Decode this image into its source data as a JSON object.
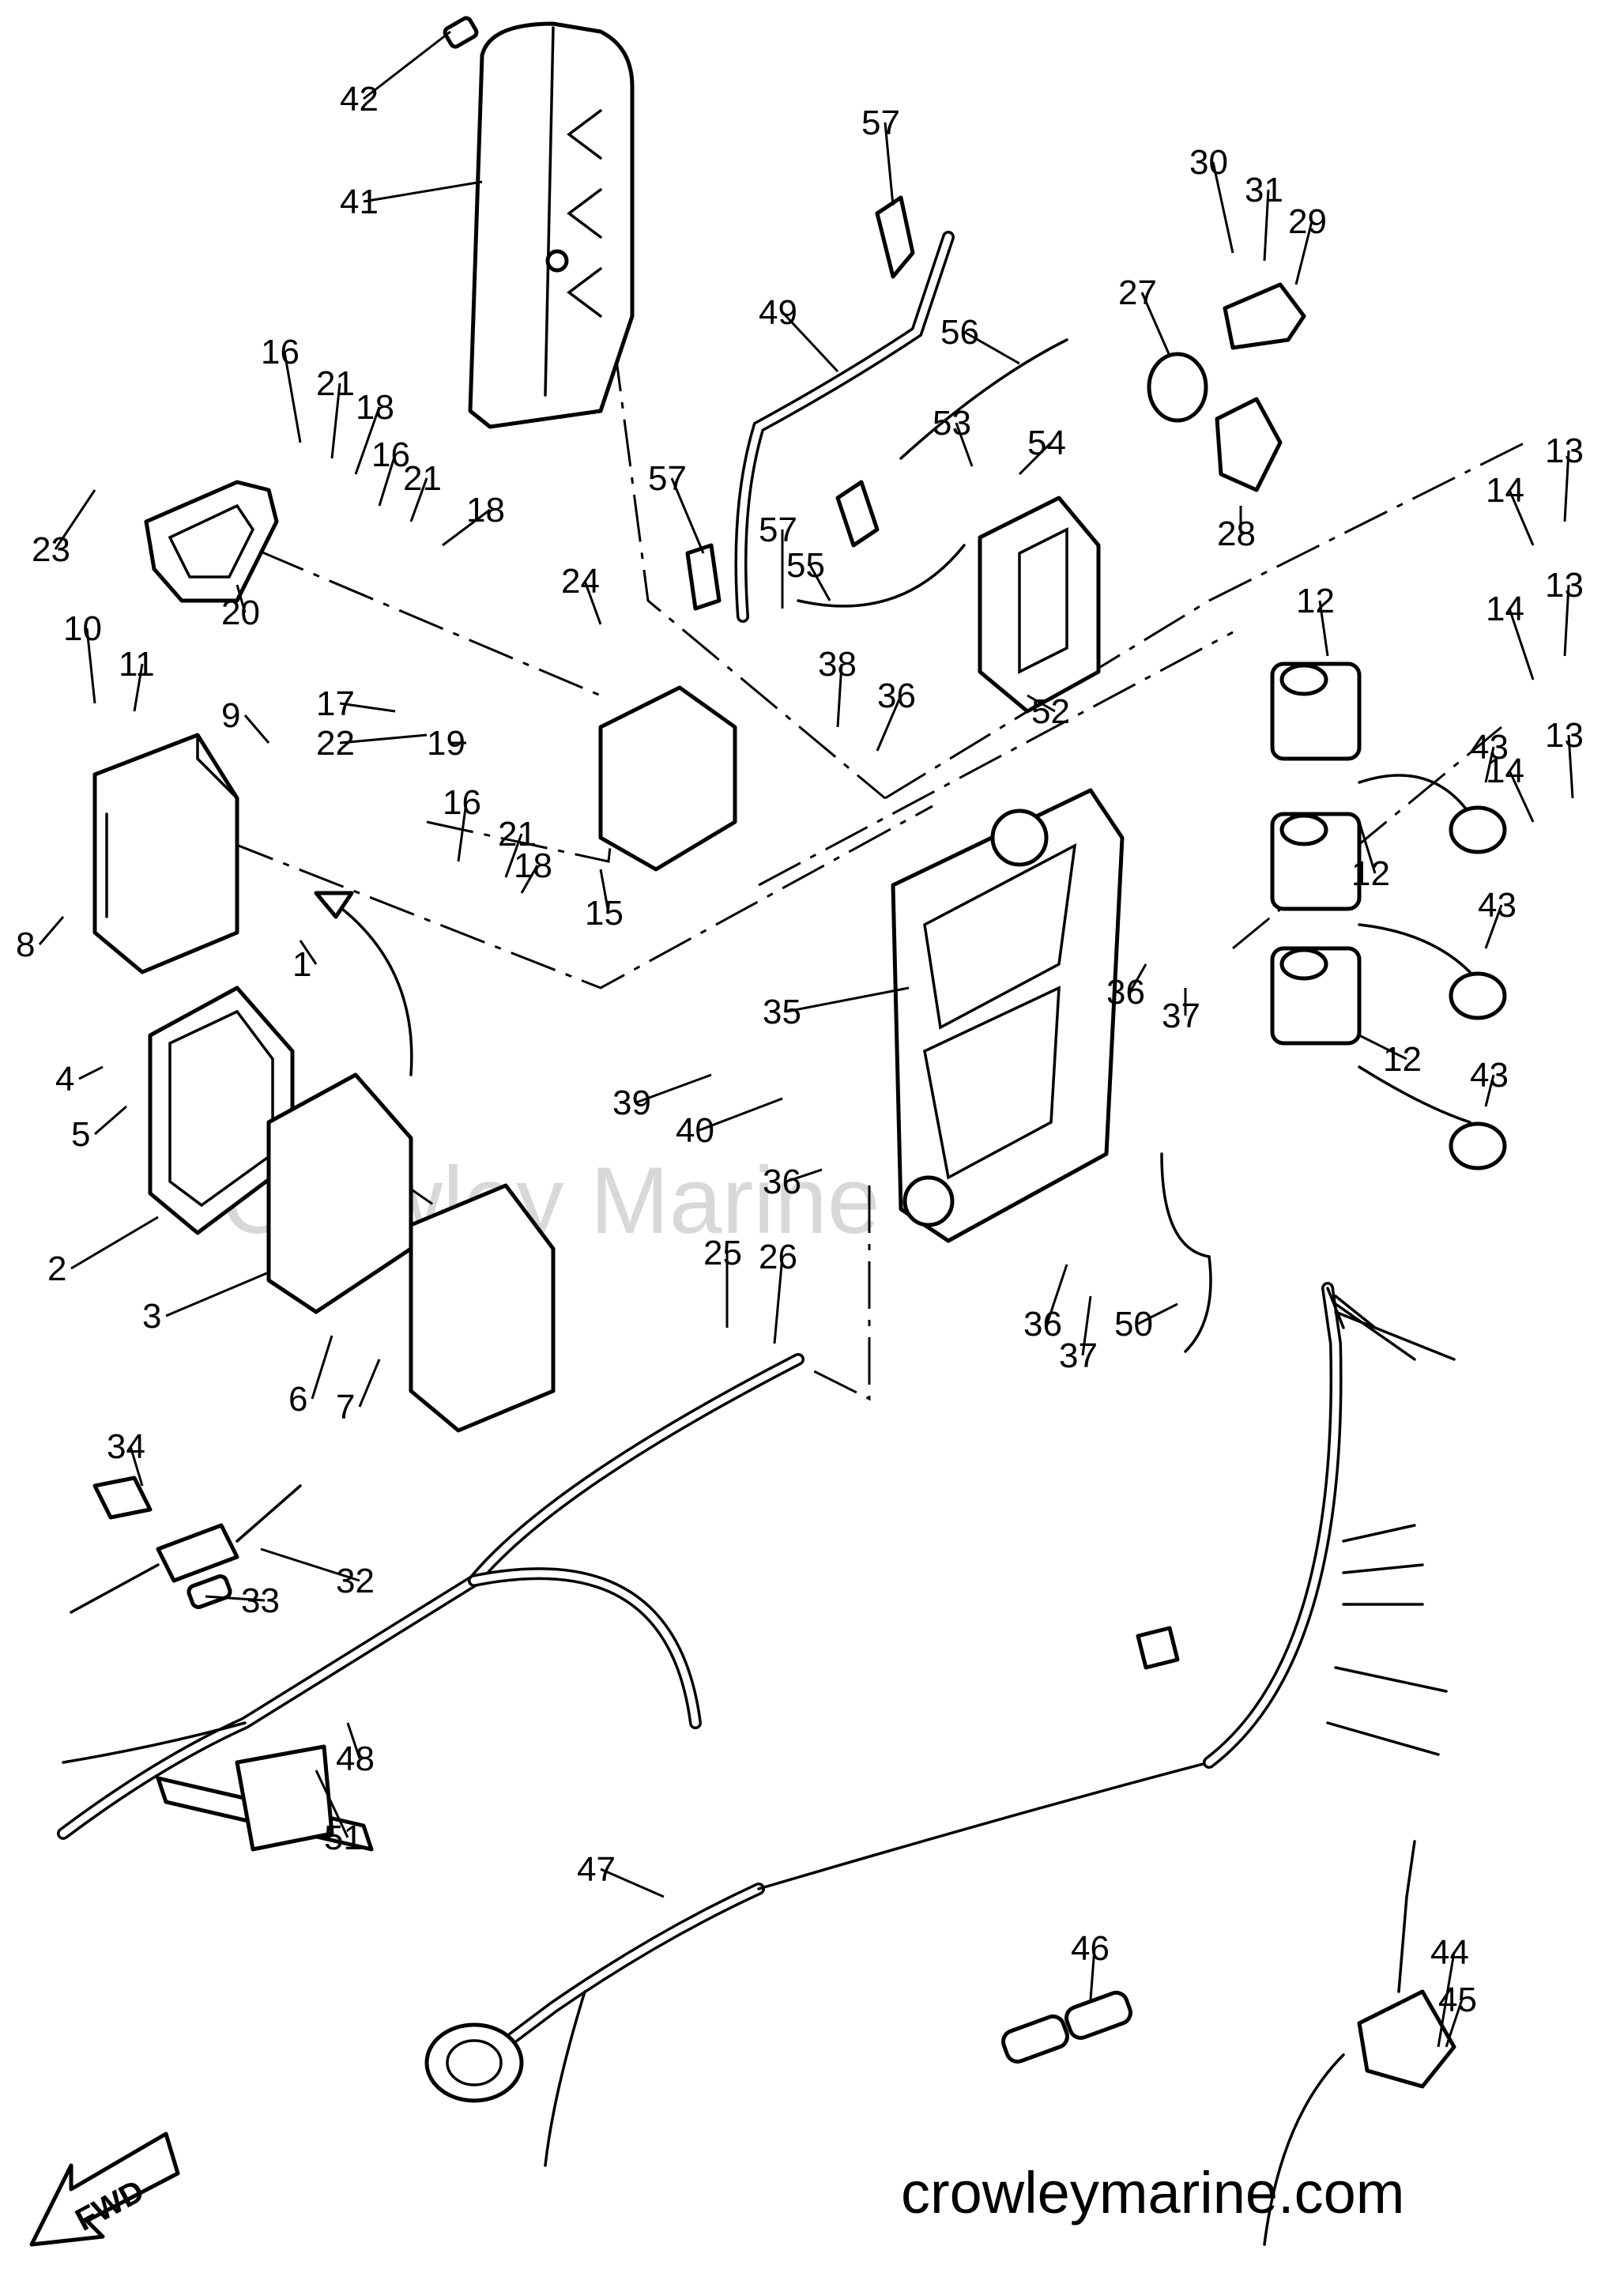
{
  "watermark": "Crowley Marine",
  "footer_url": "crowleymarine.com",
  "direction_label": "FWD",
  "callouts": [
    {
      "text": "42"
    },
    {
      "text": "41"
    },
    {
      "text": "57"
    },
    {
      "text": "30"
    },
    {
      "text": "31"
    },
    {
      "text": "29"
    },
    {
      "text": "27"
    },
    {
      "text": "49"
    },
    {
      "text": "56"
    },
    {
      "text": "16"
    },
    {
      "text": "21"
    },
    {
      "text": "18"
    },
    {
      "text": "16"
    },
    {
      "text": "21"
    },
    {
      "text": "18"
    },
    {
      "text": "53"
    },
    {
      "text": "54"
    },
    {
      "text": "28"
    },
    {
      "text": "13"
    },
    {
      "text": "14"
    },
    {
      "text": "23"
    },
    {
      "text": "20"
    },
    {
      "text": "57"
    },
    {
      "text": "57"
    },
    {
      "text": "55"
    },
    {
      "text": "24"
    },
    {
      "text": "12"
    },
    {
      "text": "13"
    },
    {
      "text": "14"
    },
    {
      "text": "10"
    },
    {
      "text": "11"
    },
    {
      "text": "9"
    },
    {
      "text": "17"
    },
    {
      "text": "22"
    },
    {
      "text": "19"
    },
    {
      "text": "38"
    },
    {
      "text": "36"
    },
    {
      "text": "52"
    },
    {
      "text": "43"
    },
    {
      "text": "13"
    },
    {
      "text": "14"
    },
    {
      "text": "16"
    },
    {
      "text": "21"
    },
    {
      "text": "18"
    },
    {
      "text": "8"
    },
    {
      "text": "15"
    },
    {
      "text": "12"
    },
    {
      "text": "43"
    },
    {
      "text": "1"
    },
    {
      "text": "35"
    },
    {
      "text": "36"
    },
    {
      "text": "37"
    },
    {
      "text": "12"
    },
    {
      "text": "4"
    },
    {
      "text": "5"
    },
    {
      "text": "39"
    },
    {
      "text": "40"
    },
    {
      "text": "43"
    },
    {
      "text": "36"
    },
    {
      "text": "2"
    },
    {
      "text": "25"
    },
    {
      "text": "26"
    },
    {
      "text": "3"
    },
    {
      "text": "36"
    },
    {
      "text": "37"
    },
    {
      "text": "50"
    },
    {
      "text": "6"
    },
    {
      "text": "7"
    },
    {
      "text": "34"
    },
    {
      "text": "32"
    },
    {
      "text": "33"
    },
    {
      "text": "48"
    },
    {
      "text": "51"
    },
    {
      "text": "47"
    },
    {
      "text": "44"
    },
    {
      "text": "46"
    },
    {
      "text": "45"
    }
  ]
}
